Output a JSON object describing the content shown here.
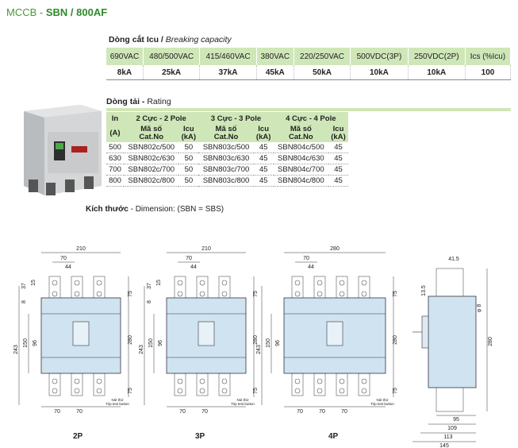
{
  "title": {
    "prefix": "MCCB - ",
    "model": "SBN / 800AF"
  },
  "breaking": {
    "label_vi": "Dòng cắt Icu",
    "label_en": "Breaking capacity",
    "headers": [
      "690VAC",
      "480/500VAC",
      "415/460VAC",
      "380VAC",
      "220/250VAC",
      "500VDC(3P)",
      "250VDC(2P)",
      "Ics (%Icu)"
    ],
    "values": [
      "8kA",
      "25kA",
      "37kA",
      "45kA",
      "50kA",
      "10kA",
      "10kA",
      "100"
    ]
  },
  "rating": {
    "label_vi": "Dòng tải",
    "label_en": "Rating",
    "in_label": "In",
    "in_unit": "(A)",
    "groups": [
      "2 Cực - 2 Pole",
      "3 Cực -  3 Pole",
      "4 Cực - 4 Pole"
    ],
    "code_vi": "Mã số",
    "code_en": "Cat.No",
    "icu": "Icu",
    "icu_unit": "(kA)",
    "rows": [
      [
        "500",
        "SBN802c/500",
        "50",
        "SBN803c/500",
        "45",
        "SBN804c/500",
        "45"
      ],
      [
        "630",
        "SBN802c/630",
        "50",
        "SBN803c/630",
        "45",
        "SBN804c/630",
        "45"
      ],
      [
        "700",
        "SBN802c/700",
        "50",
        "SBN803c/700",
        "45",
        "SBN804c/700",
        "45"
      ],
      [
        "800",
        "SBN802c/800",
        "50",
        "SBN803c/800",
        "45",
        "SBN804c/800",
        "45"
      ]
    ]
  },
  "dimension": {
    "label_vi": "Kích thước",
    "label_en": "Dimension: (SBN = SBS)"
  },
  "drawings": {
    "p2": {
      "label": "2P",
      "w": "210",
      "top": "70",
      "d44": "44",
      "h243": "243",
      "h150": "150",
      "h96": "96",
      "h280": "280",
      "h75": "75",
      "b70a": "70",
      "b70b": "70"
    },
    "p3": {
      "label": "3P",
      "w": "210",
      "top": "70",
      "d44": "44",
      "h243": "243",
      "h150": "150",
      "h96": "96",
      "h280": "280",
      "h75": "75",
      "b70a": "70",
      "b70b": "70"
    },
    "p4": {
      "label": "4P",
      "w": "280",
      "top": "70",
      "d44": "44",
      "h243": "243",
      "h150": "150",
      "h96": "96",
      "h280": "280",
      "h75": "75",
      "b70a": "70",
      "b70b": "70",
      "b70c": "70"
    },
    "side": {
      "d415": "41.5",
      "d135": "13.5",
      "d8": "φ 8",
      "h280": "280",
      "d95": "95",
      "d109": "109",
      "d113": "113",
      "d145": "145"
    },
    "left_dims": {
      "d15": "15",
      "d37": "37",
      "d8": "8"
    },
    "trip_vi": "Nút thử",
    "trip_en": "Trip test button"
  }
}
